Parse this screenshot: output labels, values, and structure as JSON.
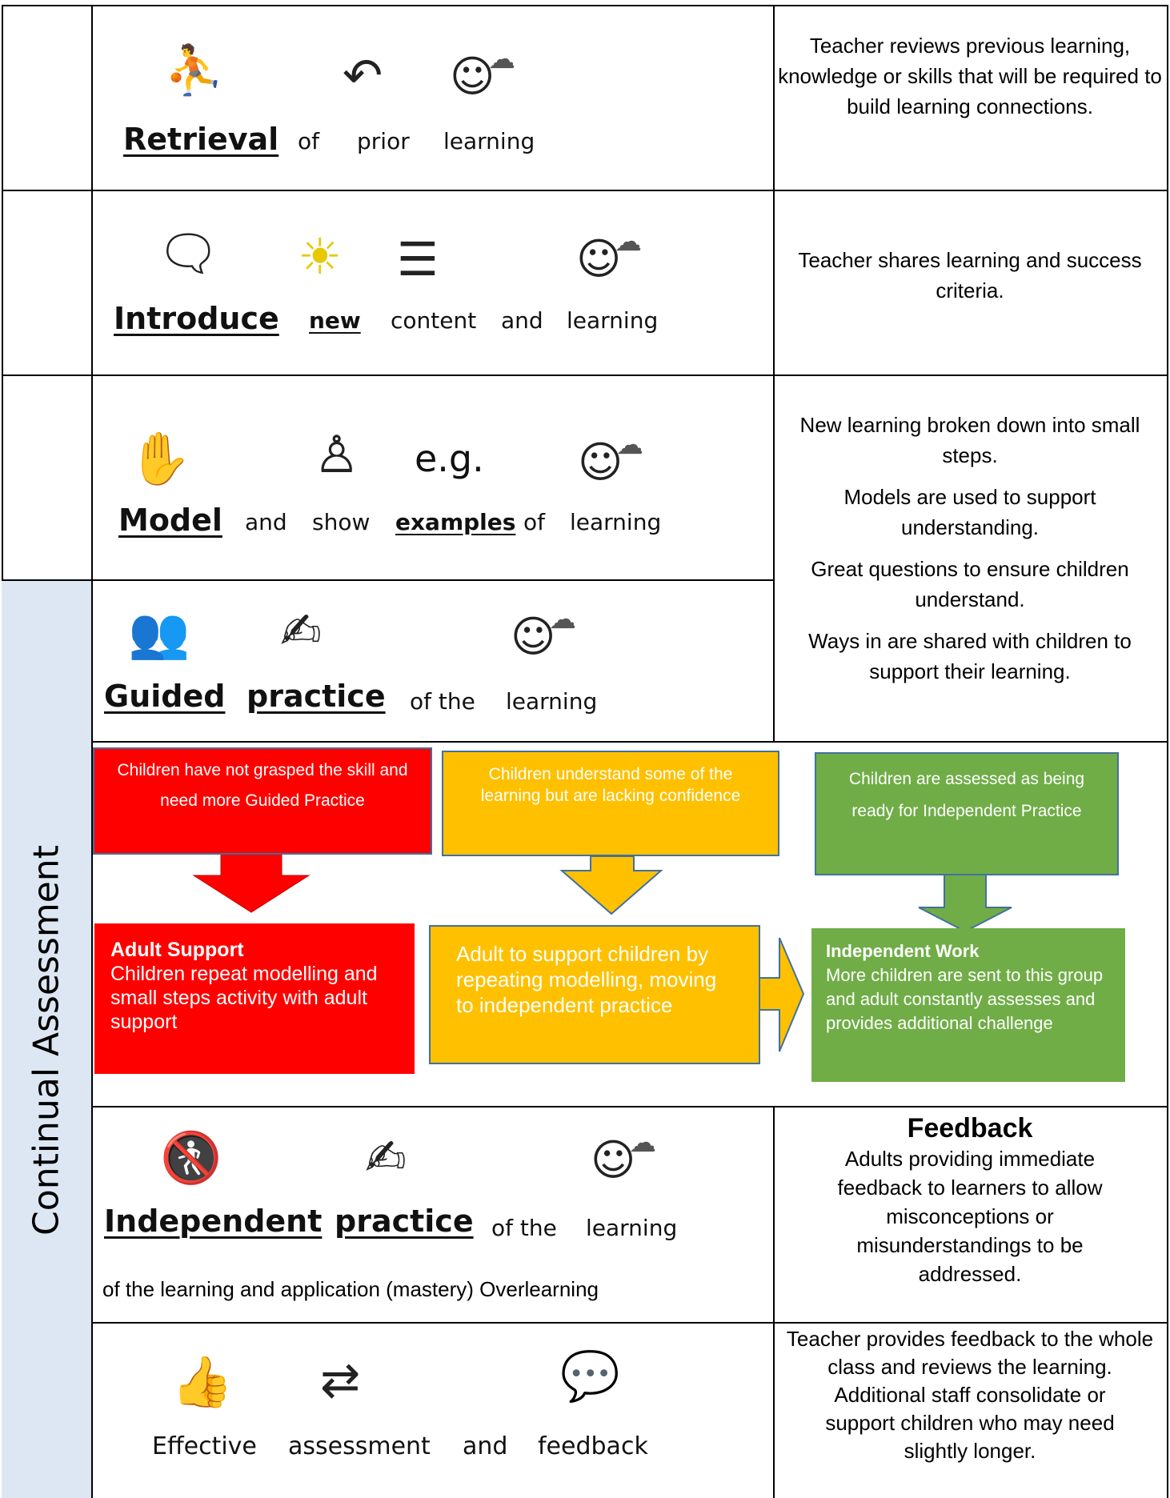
{
  "side_label": "Continual Assessment",
  "rows": {
    "retrieval": {
      "w1": "Retrieval",
      "w2": "of",
      "w3": "prior",
      "w4": "learning",
      "desc": [
        "Teacher reviews previous learning, knowledge or skills that will be required to build learning connections."
      ]
    },
    "introduce": {
      "w1": "Introduce",
      "w2": "new",
      "w3": "content",
      "w4": "and",
      "w5": "learning",
      "desc": [
        "Teacher shares learning and success criteria."
      ]
    },
    "model": {
      "w1": "Model",
      "w2": "and",
      "w3": "show",
      "w4": "examples",
      "w5": "of",
      "w6": "learning",
      "eg": "e.g."
    },
    "guided": {
      "w1": "Guided",
      "w2": "practice",
      "w3": "of the",
      "w4": "learning"
    },
    "model_guided_desc": [
      "New learning broken down into small steps.",
      "Models are used to support understanding.",
      "Great questions to ensure children understand.",
      "Ways in are shared with children to support their learning."
    ],
    "independent": {
      "w1": "Independent",
      "w2": "practice",
      "w3": "of the",
      "w4": "learning",
      "caption": "of the learning and application (mastery) Overlearning"
    },
    "feedback": {
      "heading": "Feedback",
      "desc": "Adults providing immediate feedback to learners to allow misconceptions or misunderstandings to be addressed."
    },
    "effective": {
      "w1": "Effective",
      "w2": "assessment",
      "w3": "and",
      "w4": "feedback",
      "desc": [
        "Teacher provides feedback to the whole class and reviews the learning.",
        "Additional staff consolidate or support children who may need slightly longer."
      ]
    }
  },
  "flow": {
    "red": {
      "top": "Children have not grasped the skill and need more Guided Practice",
      "title": "Adult Support",
      "body": "Children repeat modelling and small steps activity with adult support",
      "color": "#ff0000"
    },
    "amber": {
      "top": "Children understand some of the learning but are lacking confidence",
      "body": "Adult to support children by repeating modelling, moving to independent practice",
      "color": "#ffc000"
    },
    "green": {
      "top": "Children are assessed as being ready for Independent Practice",
      "title": "Independent Work",
      "body": "More children are sent to this group and adult constantly assesses and provides additional challenge",
      "color": "#70ad47"
    }
  }
}
